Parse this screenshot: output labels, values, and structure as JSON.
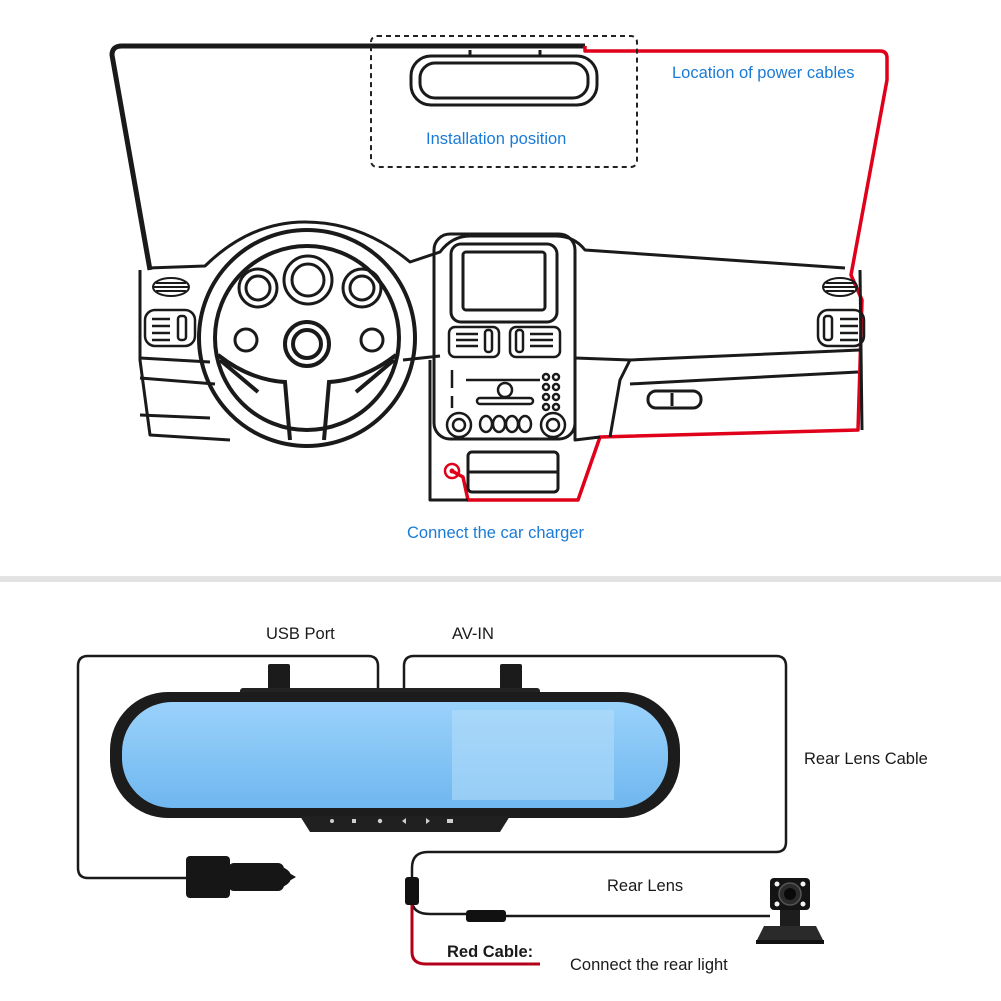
{
  "top_diagram": {
    "installation_position": "Installation position",
    "power_cables": "Location of power cables",
    "car_charger": "Connect the car charger"
  },
  "bottom_diagram": {
    "usb_port": "USB Port",
    "av_in": "AV-IN",
    "rear_lens_cable": "Rear Lens Cable",
    "rear_lens": "Rear Lens",
    "red_cable": "Red Cable:",
    "rear_light": "Connect the rear light"
  },
  "colors": {
    "label_blue": "#1a7bd6",
    "power_cable_red": "#e0001a",
    "mirror_screen_blue": "#7ec3f5",
    "outline": "#1a1a1a"
  }
}
